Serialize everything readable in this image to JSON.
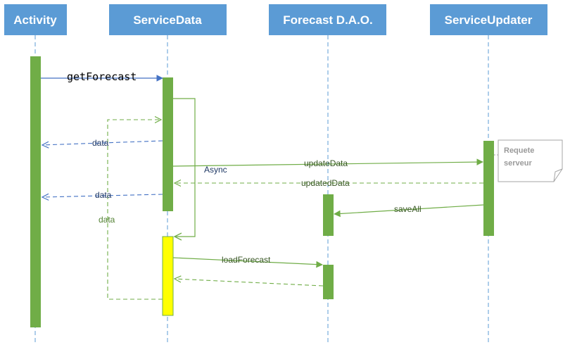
{
  "participants": [
    {
      "id": "activity",
      "label": "Activity"
    },
    {
      "id": "servicedata",
      "label": "ServiceData"
    },
    {
      "id": "forecastdao",
      "label": "Forecast D.A.O."
    },
    {
      "id": "serviceupdater",
      "label": "ServiceUpdater"
    }
  ],
  "messages": {
    "getForecast": "getForecast",
    "data_return_1": "data",
    "async": "Async",
    "updateData": "updateData",
    "updatedData": "updatedData",
    "data_return_2": "data",
    "data_loop": "data",
    "saveAll": "saveAll",
    "loadForecast": "loadForecast"
  },
  "note": {
    "line1": "Requete",
    "line2": "serveur"
  },
  "colors": {
    "header": "#5b9bd5",
    "activation": "#70ad47",
    "highlight": "#ffff00",
    "blue_arrow": "#4472c4",
    "green_arrow": "#70ad47"
  }
}
